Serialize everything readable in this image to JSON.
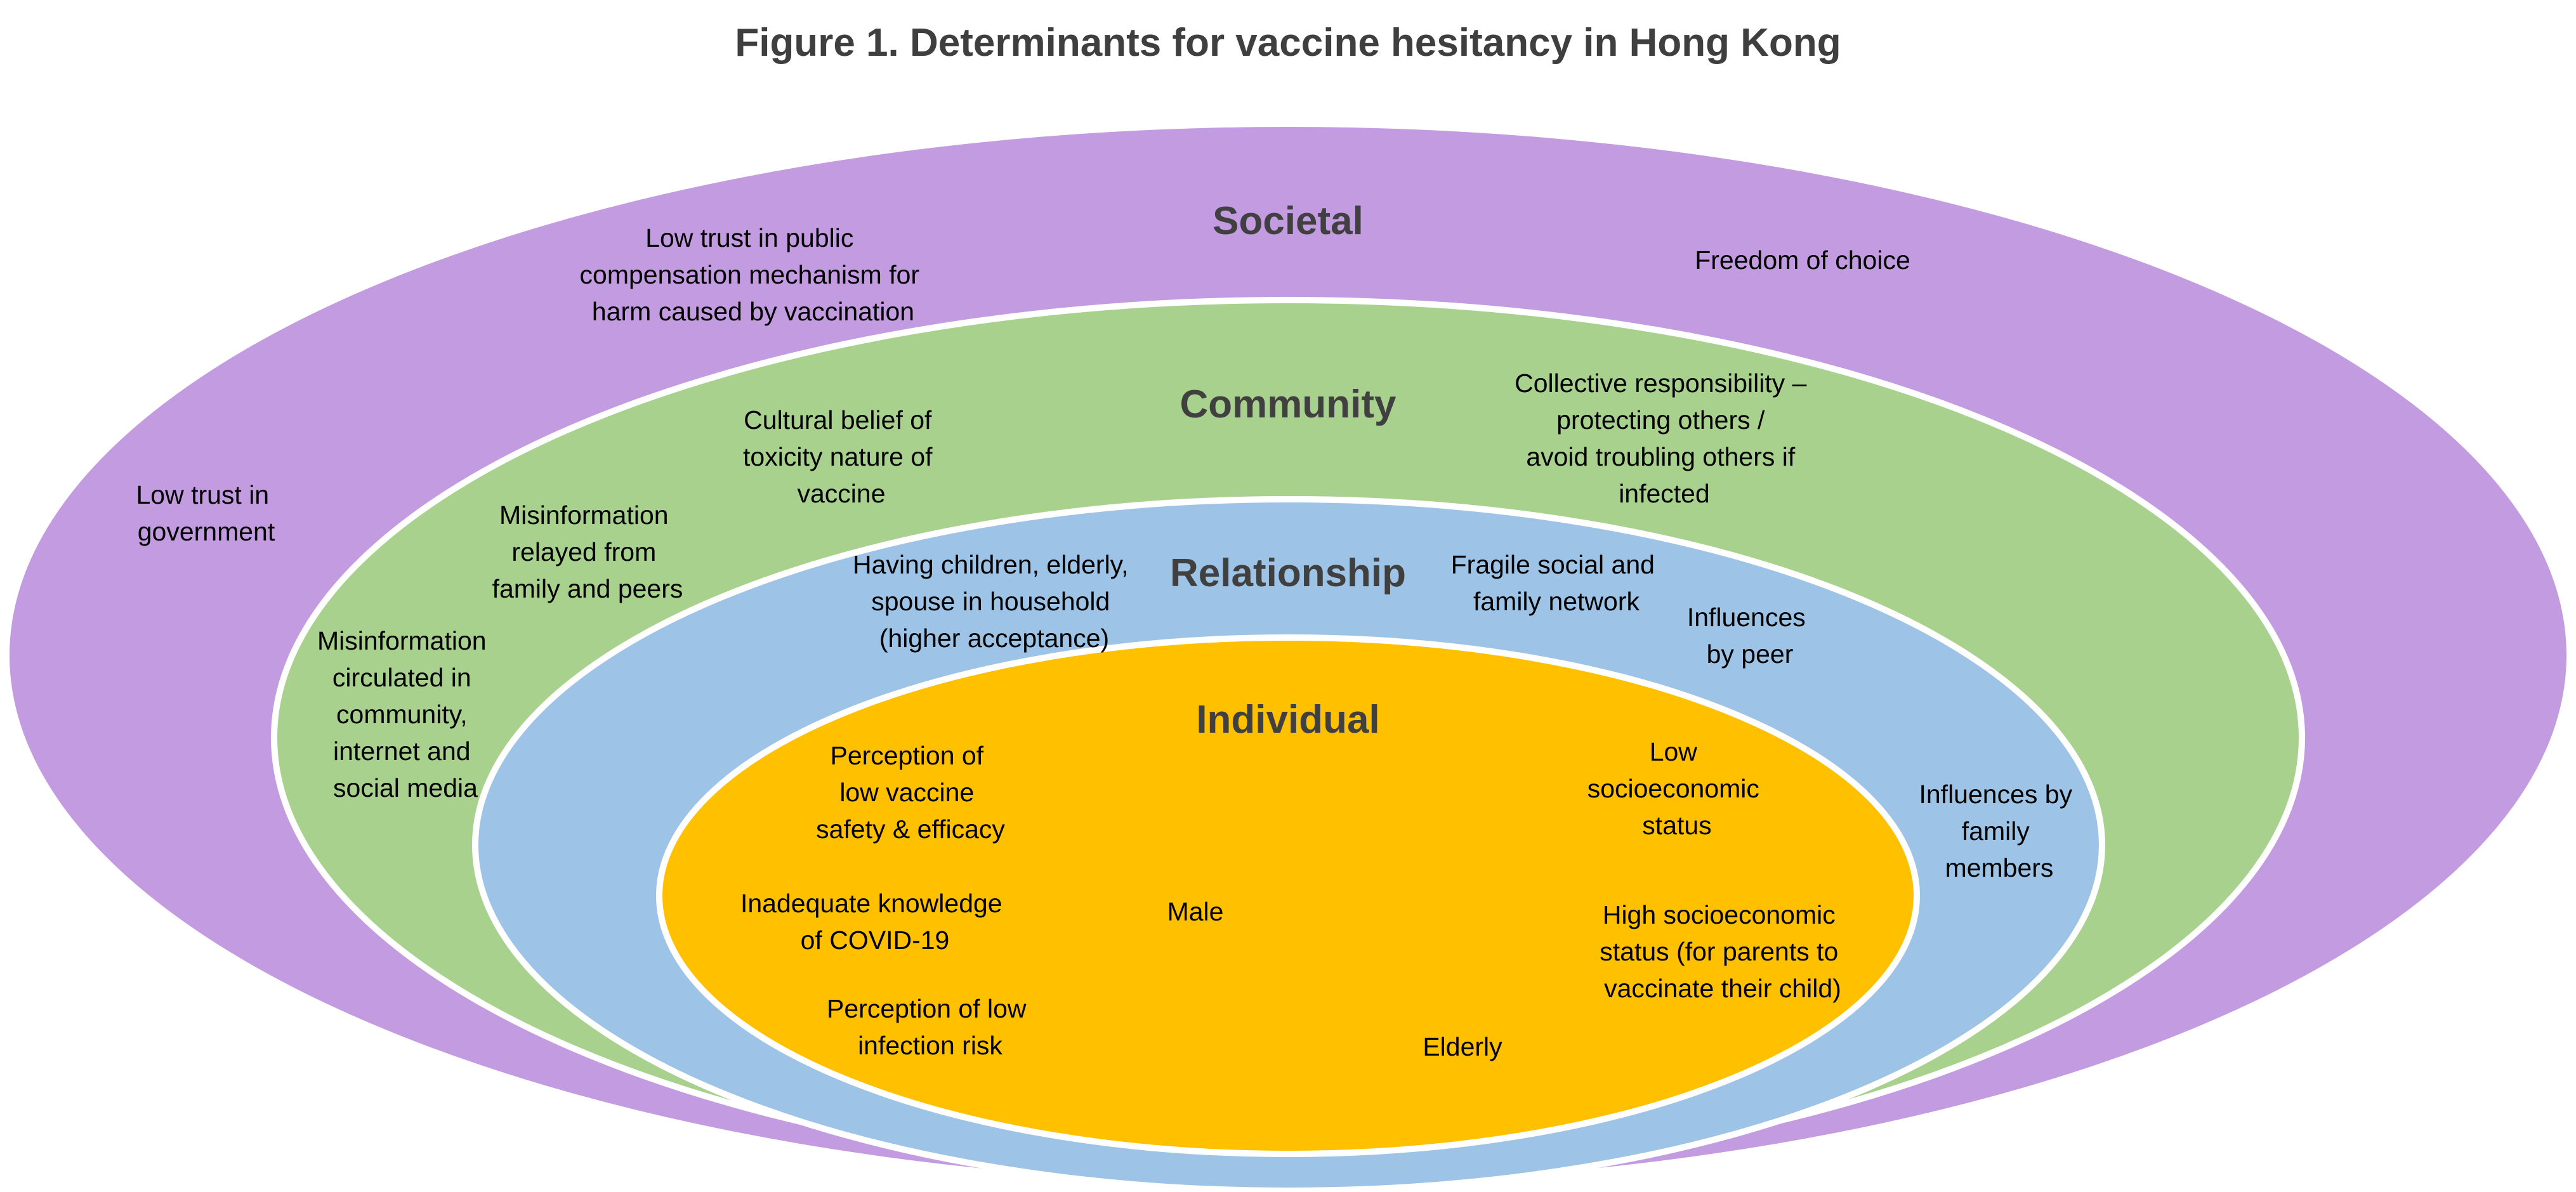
{
  "title": "Figure 1. Determinants for vaccine hesitancy in Hong Kong",
  "colors": {
    "societal": "#C39BE0",
    "community": "#A9D18E",
    "relationship": "#9DC3E6",
    "individual": "#FFC000",
    "outline": "#FFFFFF"
  },
  "layers": [
    {
      "key": "societal",
      "title": "Societal",
      "items": [
        {
          "lines": [
            "Low trust in public",
            "compensation mechanism for",
            "harm caused by vaccination"
          ]
        },
        {
          "lines": [
            "Freedom of choice"
          ]
        },
        {
          "lines": [
            "Low trust in",
            "government"
          ]
        }
      ]
    },
    {
      "key": "community",
      "title": "Community",
      "items": [
        {
          "lines": [
            "Cultural belief of",
            "toxicity nature of",
            "vaccine"
          ]
        },
        {
          "lines": [
            "Collective responsibility –",
            "protecting others /",
            "avoid troubling others if",
            "infected"
          ]
        },
        {
          "lines": [
            "Misinformation",
            "relayed from",
            "family and peers"
          ]
        },
        {
          "lines": [
            "Misinformation",
            "circulated in",
            "community,",
            "internet and",
            "social media"
          ]
        }
      ]
    },
    {
      "key": "relationship",
      "title": "Relationship",
      "items": [
        {
          "lines": [
            "Having children, elderly,",
            "spouse in household",
            "(higher acceptance)"
          ]
        },
        {
          "lines": [
            "Fragile social and",
            "family network"
          ]
        },
        {
          "lines": [
            "Influences",
            "by peer"
          ]
        },
        {
          "lines": [
            "Influences by",
            "family",
            "members"
          ]
        }
      ]
    },
    {
      "key": "individual",
      "title": "Individual",
      "items": [
        {
          "lines": [
            "Perception of",
            "low vaccine",
            "safety & efficacy"
          ]
        },
        {
          "lines": [
            "Low",
            "socioeconomic",
            "status"
          ]
        },
        {
          "lines": [
            "Inadequate knowledge",
            "of COVID-19"
          ]
        },
        {
          "lines": [
            "Male"
          ]
        },
        {
          "lines": [
            "High socioeconomic",
            "status (for parents to",
            "vaccinate their child)"
          ]
        },
        {
          "lines": [
            "Perception of low",
            "infection risk"
          ]
        },
        {
          "lines": [
            "Elderly"
          ]
        }
      ]
    }
  ]
}
